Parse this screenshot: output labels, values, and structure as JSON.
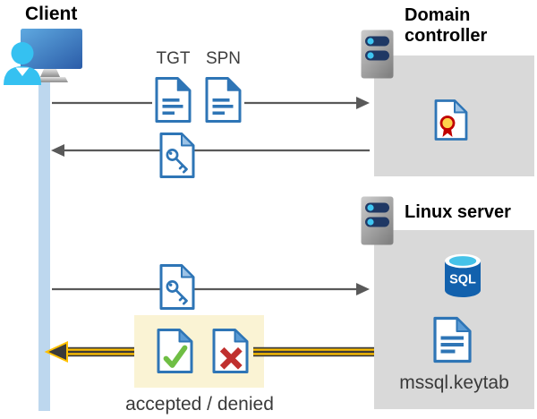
{
  "client": {
    "label": "Client"
  },
  "domain_controller": {
    "label": "Domain controller"
  },
  "linux_server": {
    "label": "Linux server",
    "sql_icon_label": "SQL",
    "keytab_label": "mssql.keytab"
  },
  "flow": {
    "tgt_label": "TGT",
    "spn_label": "SPN",
    "result_label": "accepted / denied"
  },
  "icons": {
    "client": "user-at-computer-icon",
    "domain_controller": "server-icon",
    "linux_server": "server-icon",
    "ticket": "document-icon",
    "session_key": "key-document-icon",
    "certificate": "certificate-document-icon",
    "database": "sql-database-icon",
    "accepted": "check-document-icon",
    "denied": "x-document-icon"
  },
  "colors": {
    "doc_blue": "#2E75B6",
    "doc_fold_light": "#9DC3E6",
    "doc_fold_medium": "#5B9BD5",
    "panel_gray": "#D9D9D9",
    "timeline_blue": "#BDD7EE",
    "arrow_gray": "#595959",
    "highlight_yellow_bg": "#FAF3D4",
    "highlight_arrow_yellow": "#FFC000",
    "highlight_arrow_dark": "#3A3A3A",
    "accepted_green": "#6FBE44",
    "denied_red": "#C0302E",
    "server_pill_navy": "#1F3864",
    "person_cyan": "#35C1F1",
    "sql_body_blue": "#1261AD",
    "sql_top_cyan": "#45C2E8",
    "cert_seal_yellow": "#FFD24C",
    "cert_seal_red": "#C00000"
  }
}
